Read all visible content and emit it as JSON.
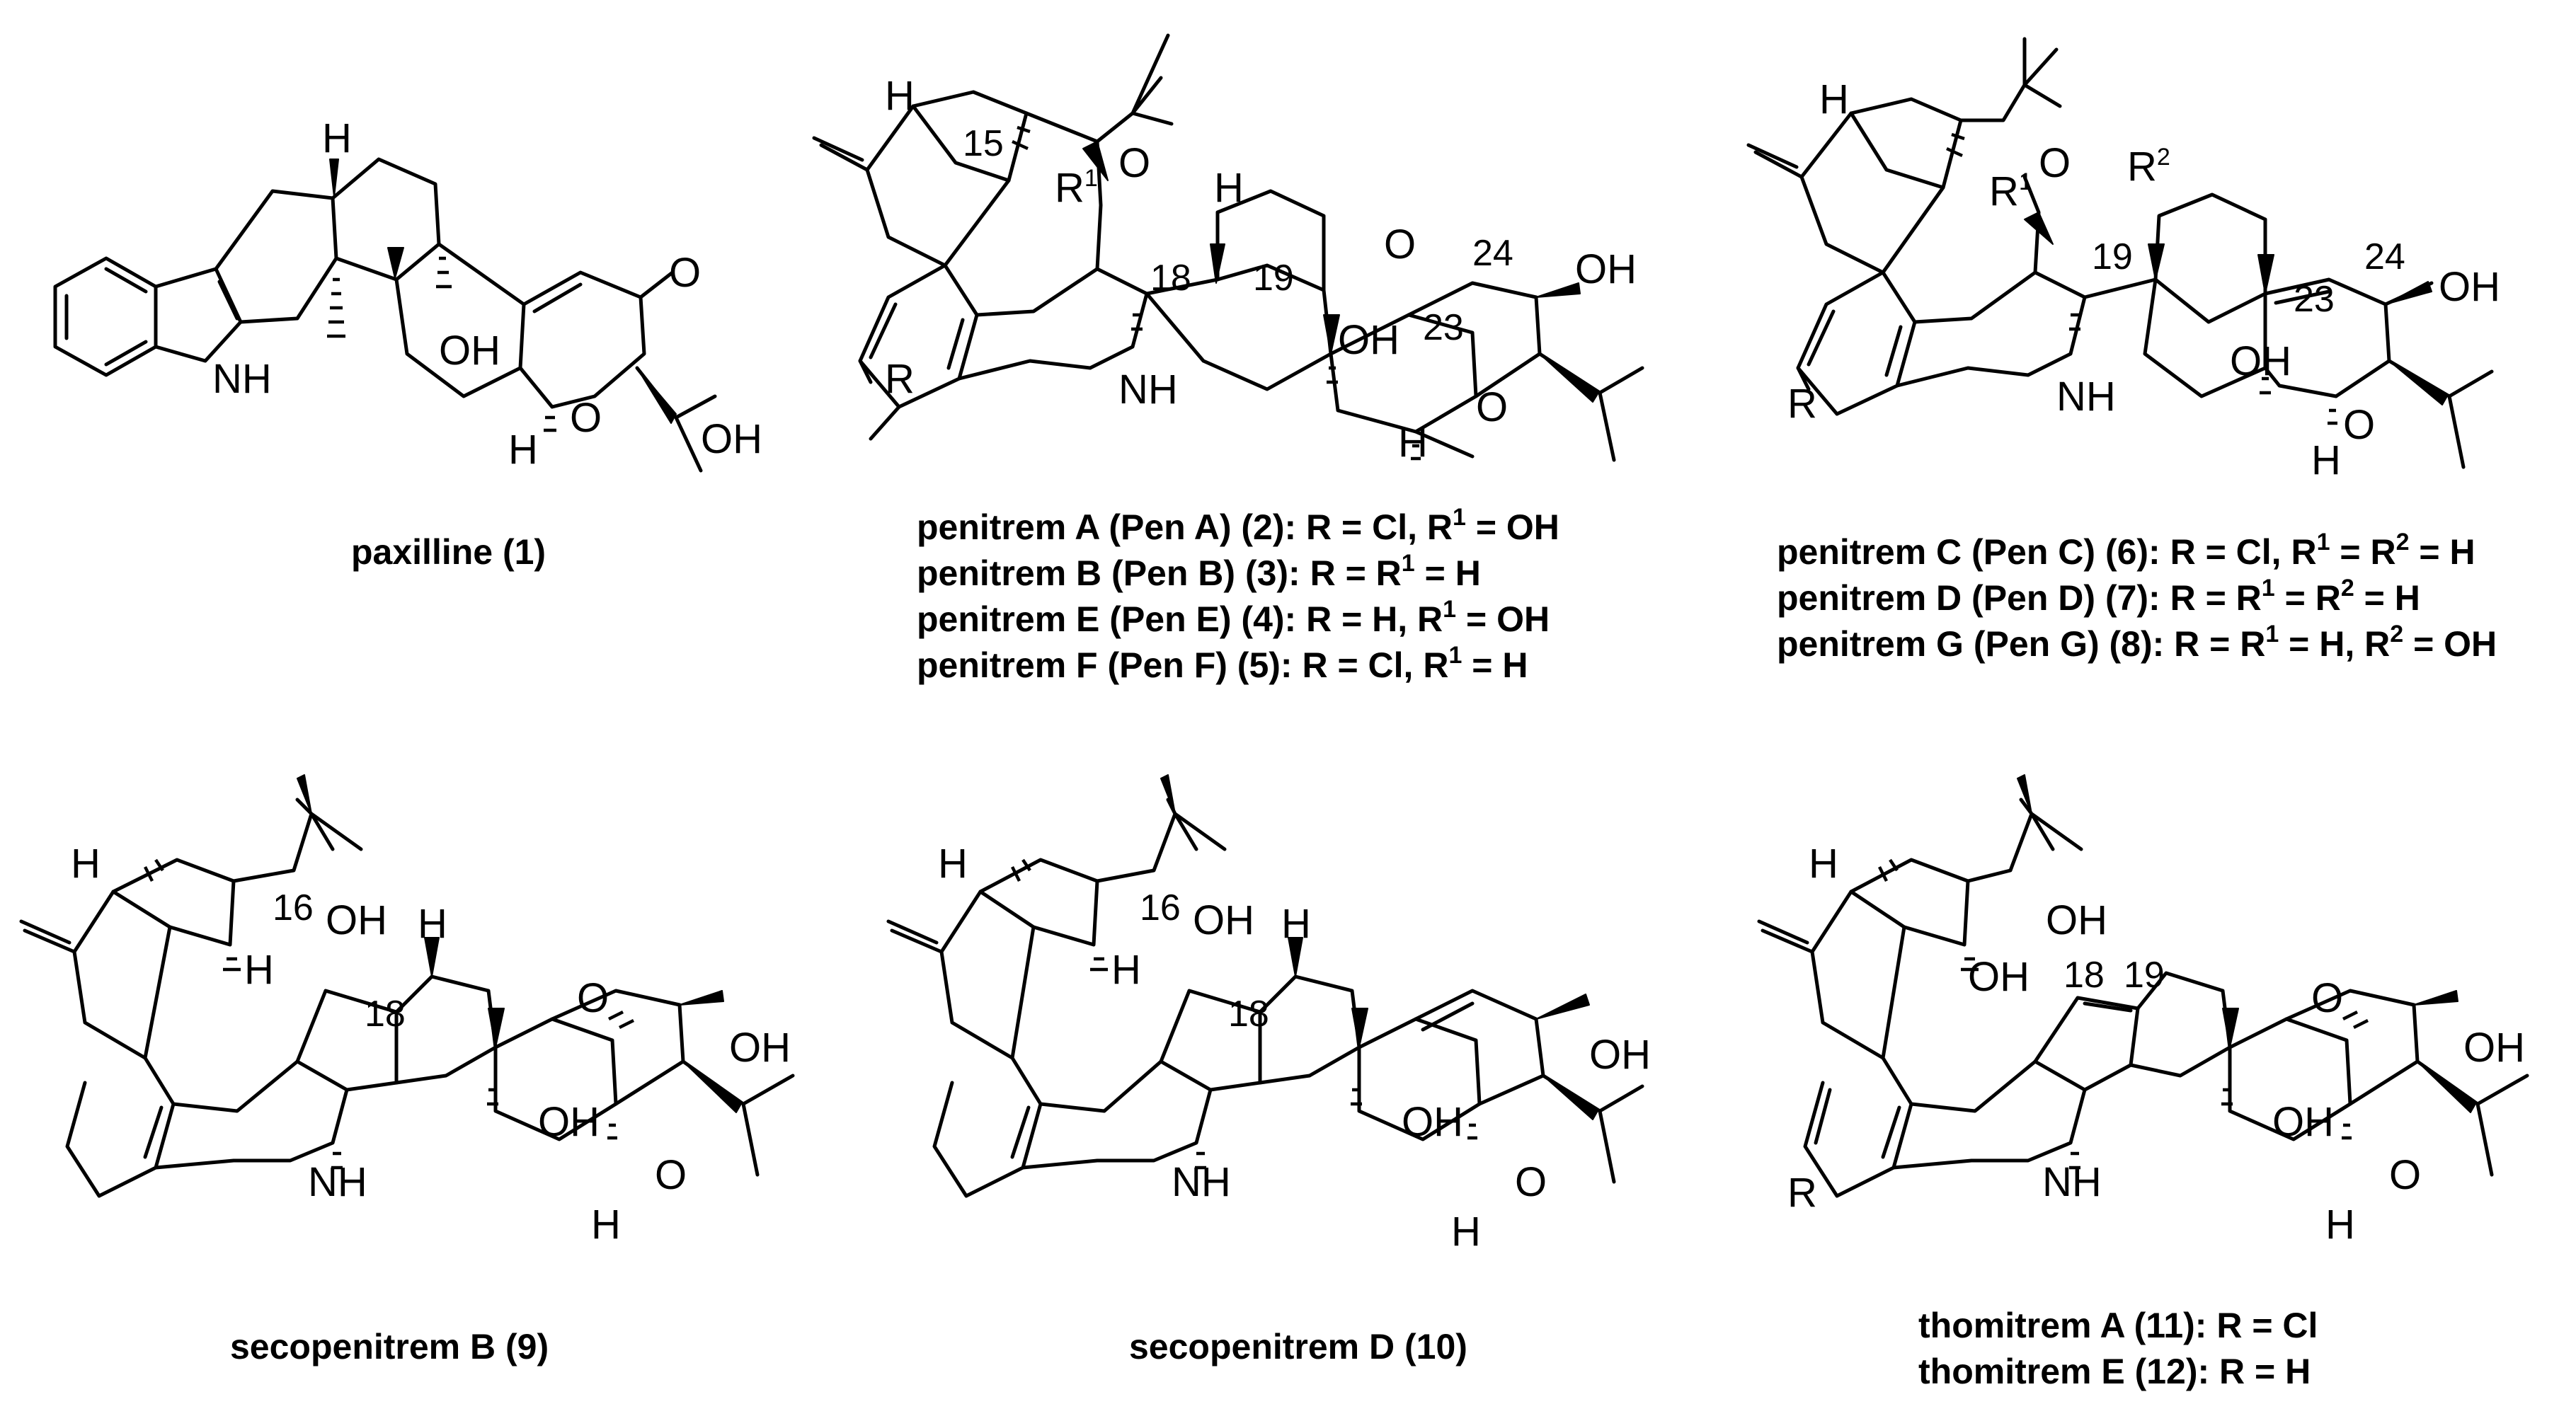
{
  "compounds": [
    {
      "id": "paxilline",
      "caption": "paxilline (1)"
    },
    {
      "id": "penitrem-ABEF",
      "captions": [
        {
          "text": "penitrem A (Pen A) (2): R = Cl, R",
          "sup1": "1",
          "tail": " = OH"
        },
        {
          "text": "penitrem B (Pen B) (3): R = R",
          "sup1": "1",
          "tail": " = H"
        },
        {
          "text": "penitrem E (Pen E) (4): R = H, R",
          "sup1": "1",
          "tail": " = OH"
        },
        {
          "text": "penitrem F (Pen F) (5): R = Cl, R",
          "sup1": "1",
          "tail": " = H"
        }
      ]
    },
    {
      "id": "penitrem-CDG",
      "captions": [
        {
          "text": "penitrem C (Pen C) (6): R = Cl, R",
          "sup1": "1",
          "mid": " = R",
          "sup2": "2",
          "tail": " = H"
        },
        {
          "text": "penitrem D (Pen D) (7): R = R",
          "sup1": "1",
          "mid": " = R",
          "sup2": "2",
          "tail": " = H"
        },
        {
          "text": "penitrem G (Pen G) (8): R = R",
          "sup1": "1",
          "mid": " = H, R",
          "sup2": "2",
          "tail": " = OH"
        }
      ]
    },
    {
      "id": "secopenitrem-B",
      "caption": "secopenitrem B (9)"
    },
    {
      "id": "secopenitrem-D",
      "caption": "secopenitrem D (10)"
    },
    {
      "id": "thomitrem",
      "captions": [
        "thomitrem A (11):  R = Cl",
        "thomitrem E (12):  R = H"
      ]
    }
  ],
  "atoms": {
    "H": "H",
    "NH": "NH",
    "N": "N",
    "O": "O",
    "OH": "OH",
    "R": "R",
    "R1": "R",
    "R1sup": "1",
    "R2": "R",
    "R2sup": "2"
  },
  "locants": {
    "c15": "15",
    "c16": "16",
    "c18": "18",
    "c19": "19",
    "c23": "23",
    "c24": "24"
  }
}
